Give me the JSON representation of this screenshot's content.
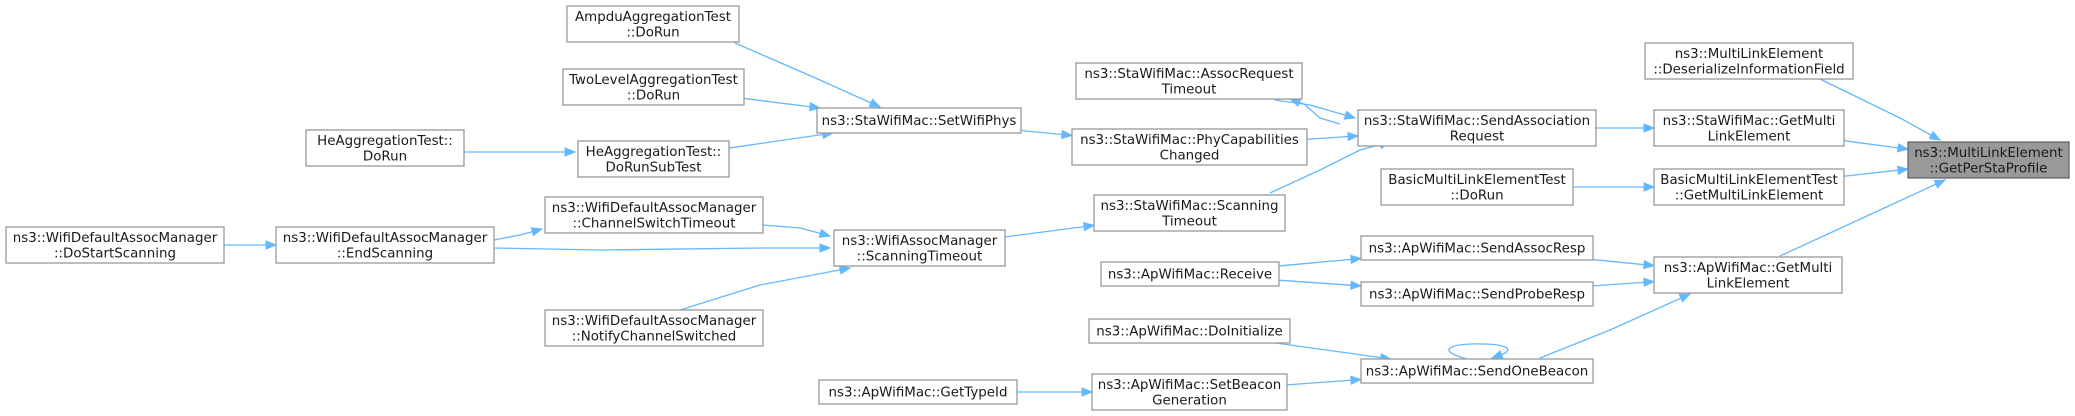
{
  "diagram": {
    "nodes": [
      {
        "id": "root",
        "lines": [
          "ns3::MultiLinkElement",
          "::GetPerStaProfile"
        ],
        "root": true
      },
      {
        "id": "deser",
        "lines": [
          "ns3::MultiLinkElement",
          "::DeserializeInformationField"
        ]
      },
      {
        "id": "staGetML",
        "lines": [
          "ns3::StaWifiMac::GetMulti",
          "LinkElement"
        ]
      },
      {
        "id": "bmleGet",
        "lines": [
          "BasicMultiLinkElementTest",
          "::GetMultiLinkElement"
        ]
      },
      {
        "id": "apGetML",
        "lines": [
          "ns3::ApWifiMac::GetMulti",
          "LinkElement"
        ]
      },
      {
        "id": "staSendAssoc",
        "lines": [
          "ns3::StaWifiMac::SendAssociation",
          "Request"
        ]
      },
      {
        "id": "bmleRun",
        "lines": [
          "BasicMultiLinkElementTest",
          "::DoRun"
        ]
      },
      {
        "id": "apAssocResp",
        "lines": [
          "ns3::ApWifiMac::SendAssocResp"
        ]
      },
      {
        "id": "apProbeResp",
        "lines": [
          "ns3::ApWifiMac::SendProbeResp"
        ]
      },
      {
        "id": "apOneBeacon",
        "lines": [
          "ns3::ApWifiMac::SendOneBeacon"
        ]
      },
      {
        "id": "staAssocTO",
        "lines": [
          "ns3::StaWifiMac::AssocRequest",
          "Timeout"
        ]
      },
      {
        "id": "staPhyCap",
        "lines": [
          "ns3::StaWifiMac::PhyCapabilities",
          "Changed"
        ]
      },
      {
        "id": "staScanTO",
        "lines": [
          "ns3::StaWifiMac::Scanning",
          "Timeout"
        ]
      },
      {
        "id": "apReceive",
        "lines": [
          "ns3::ApWifiMac::Receive"
        ]
      },
      {
        "id": "apDoInit",
        "lines": [
          "ns3::ApWifiMac::DoInitialize"
        ]
      },
      {
        "id": "apSetBeacon",
        "lines": [
          "ns3::ApWifiMac::SetBeacon",
          "Generation"
        ]
      },
      {
        "id": "staSetPhys",
        "lines": [
          "ns3::StaWifiMac::SetWifiPhys"
        ]
      },
      {
        "id": "wamScanTO",
        "lines": [
          "ns3::WifiAssocManager",
          "::ScanningTimeout"
        ]
      },
      {
        "id": "apGetTypeId",
        "lines": [
          "ns3::ApWifiMac::GetTypeId"
        ]
      },
      {
        "id": "ampdu",
        "lines": [
          "AmpduAggregationTest",
          "::DoRun"
        ]
      },
      {
        "id": "twoLevel",
        "lines": [
          "TwoLevelAggregationTest",
          "::DoRun"
        ]
      },
      {
        "id": "heSub",
        "lines": [
          "HeAggregationTest::",
          "DoRunSubTest"
        ]
      },
      {
        "id": "wdamChanSwTO",
        "lines": [
          "ns3::WifiDefaultAssocManager",
          "::ChannelSwitchTimeout"
        ]
      },
      {
        "id": "wdamEndScan",
        "lines": [
          "ns3::WifiDefaultAssocManager",
          "::EndScanning"
        ]
      },
      {
        "id": "wdamNotify",
        "lines": [
          "ns3::WifiDefaultAssocManager",
          "::NotifyChannelSwitched"
        ]
      },
      {
        "id": "heRun",
        "lines": [
          "HeAggregationTest::",
          "DoRun"
        ]
      },
      {
        "id": "wdamStartScan",
        "lines": [
          "ns3::WifiDefaultAssocManager",
          "::DoStartScanning"
        ]
      }
    ],
    "edges": [
      {
        "from": "deser",
        "to": "root"
      },
      {
        "from": "staGetML",
        "to": "root"
      },
      {
        "from": "bmleGet",
        "to": "root"
      },
      {
        "from": "apGetML",
        "to": "root"
      },
      {
        "from": "staSendAssoc",
        "to": "staGetML"
      },
      {
        "from": "bmleRun",
        "to": "bmleGet"
      },
      {
        "from": "apAssocResp",
        "to": "apGetML"
      },
      {
        "from": "apProbeResp",
        "to": "apGetML"
      },
      {
        "from": "apOneBeacon",
        "to": "apGetML"
      },
      {
        "from": "staAssocTO",
        "to": "staSendAssoc"
      },
      {
        "from": "staSendAssoc",
        "to": "staAssocTO"
      },
      {
        "from": "staPhyCap",
        "to": "staSendAssoc"
      },
      {
        "from": "staScanTO",
        "to": "staSendAssoc"
      },
      {
        "from": "apReceive",
        "to": "apAssocResp"
      },
      {
        "from": "apReceive",
        "to": "apProbeResp"
      },
      {
        "from": "apDoInit",
        "to": "apOneBeacon"
      },
      {
        "from": "apSetBeacon",
        "to": "apOneBeacon"
      },
      {
        "from": "apOneBeacon",
        "to": "apOneBeacon"
      },
      {
        "from": "staSetPhys",
        "to": "staPhyCap"
      },
      {
        "from": "wamScanTO",
        "to": "staScanTO"
      },
      {
        "from": "apGetTypeId",
        "to": "apSetBeacon"
      },
      {
        "from": "ampdu",
        "to": "staSetPhys"
      },
      {
        "from": "twoLevel",
        "to": "staSetPhys"
      },
      {
        "from": "heSub",
        "to": "staSetPhys"
      },
      {
        "from": "wdamChanSwTO",
        "to": "wamScanTO"
      },
      {
        "from": "wdamEndScan",
        "to": "wamScanTO"
      },
      {
        "from": "wdamNotify",
        "to": "wamScanTO"
      },
      {
        "from": "heRun",
        "to": "heSub"
      },
      {
        "from": "wdamEndScan",
        "to": "wdamChanSwTO"
      },
      {
        "from": "wdamStartScan",
        "to": "wdamEndScan"
      }
    ],
    "colors": {
      "edge": "#63b8ff",
      "node_border": "#999999",
      "root_fill": "#999999"
    }
  }
}
